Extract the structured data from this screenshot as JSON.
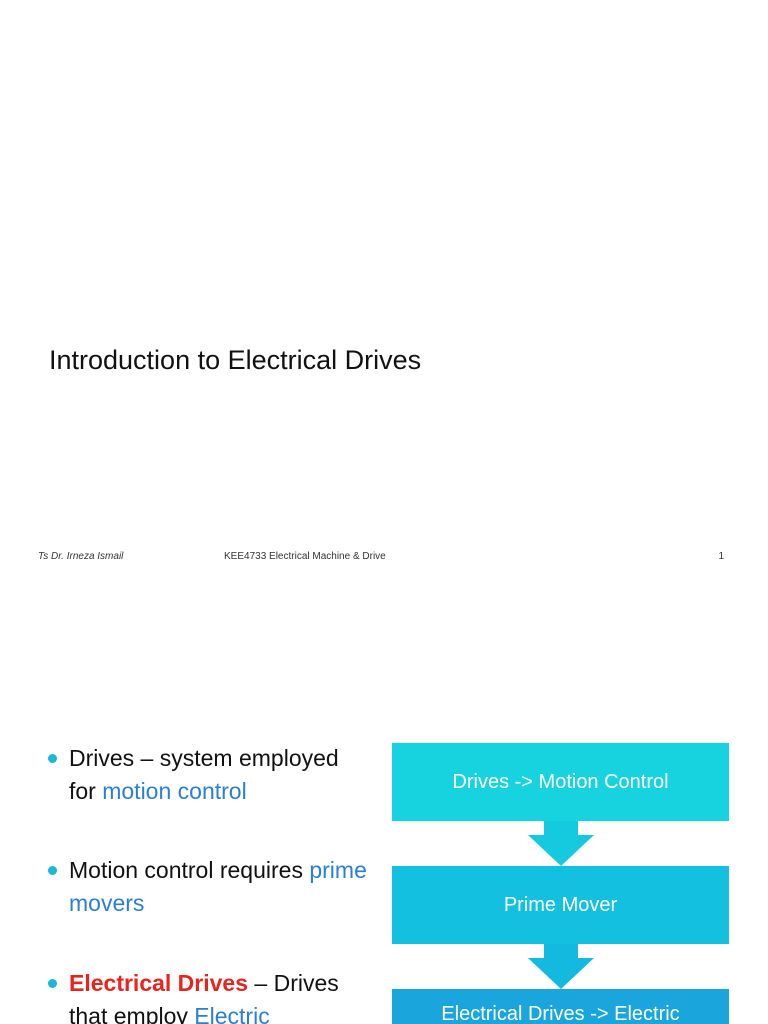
{
  "slide1": {
    "title": "Introduction to Electrical Drives",
    "footer": {
      "author": "Ts Dr. Irneza Ismail",
      "course": "KEE4733 Electrical Machine & Drive",
      "page": "1"
    }
  },
  "slide2": {
    "bullets": [
      {
        "lead": "Drives – system employed for ",
        "highlight": "motion control",
        "tail": ""
      },
      {
        "lead": "Motion control requires ",
        "highlight": "prime movers",
        "tail": ""
      },
      {
        "emphasis": "Electrical Drives",
        "lead": " – Drives that employ ",
        "highlight": "Electric",
        "tail": ""
      }
    ],
    "flow": [
      {
        "label": "Drives -> Motion Control",
        "color": "#17d3df"
      },
      {
        "label": "Prime Mover",
        "color": "#14c0e0"
      },
      {
        "label": "Electrical Drives -> Electric",
        "color": "#1aa6dc"
      }
    ],
    "bullet_color": "#1ab7d6",
    "highlight_color": "#2a7fd4",
    "emphasis_color": "#e8241e"
  }
}
